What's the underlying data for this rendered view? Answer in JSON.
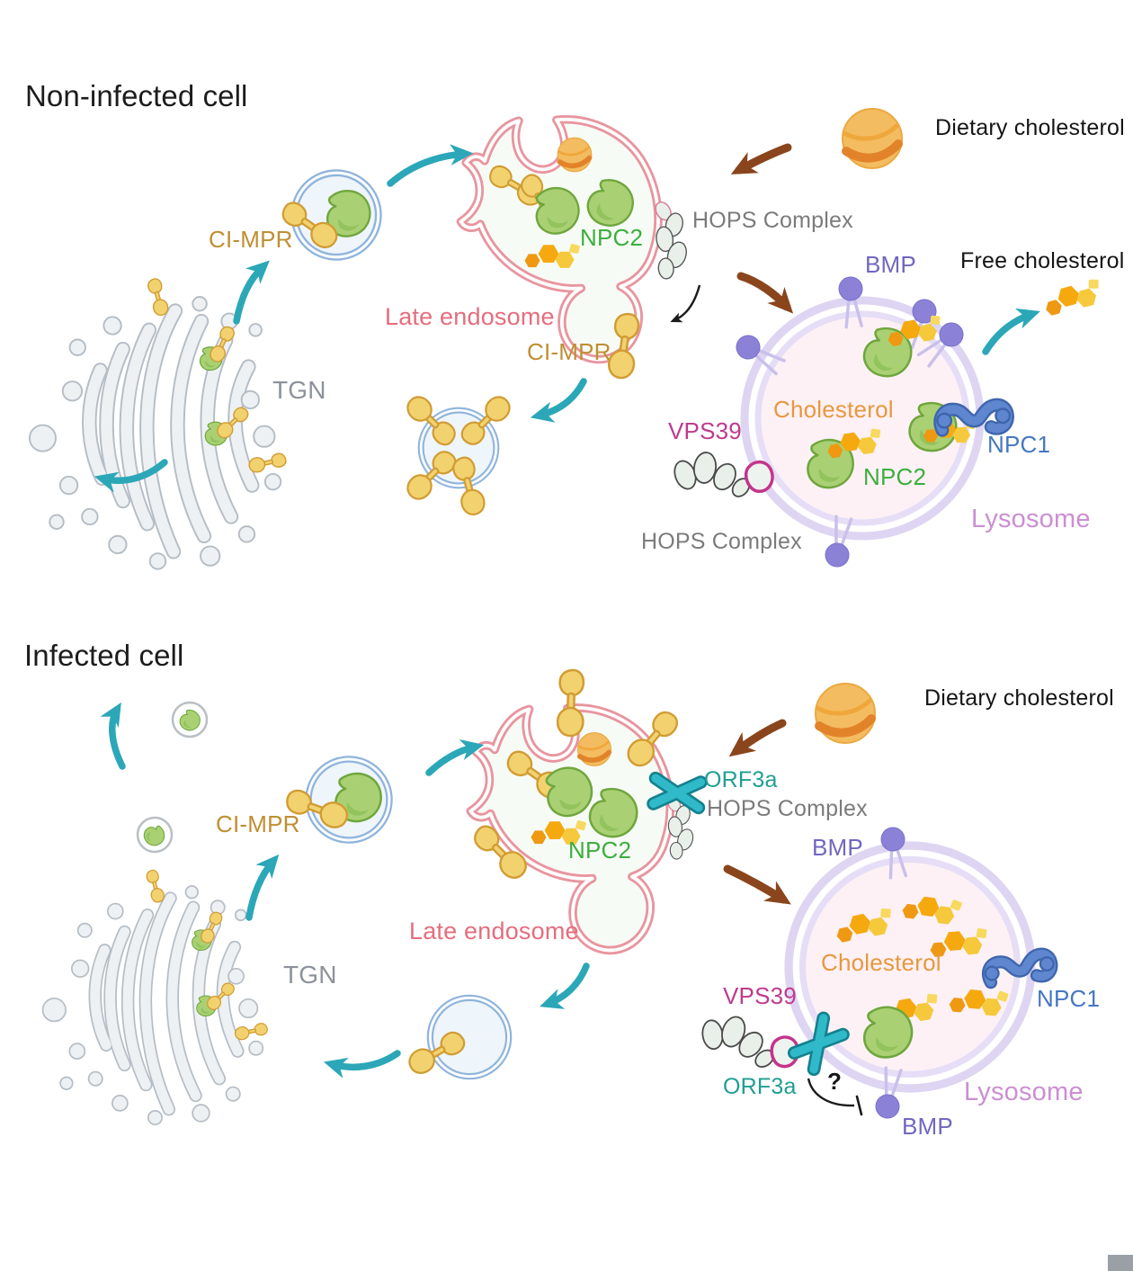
{
  "non_infected": {
    "title": "Non-infected cell",
    "labels": {
      "ci_mpr_vesicle": "CI-MPR",
      "late_endosome": "Late endosome",
      "npc2_endosome": "NPC2",
      "ci_mpr_endosome": "CI-MPR",
      "hops_endosome": "HOPS Complex",
      "tgn": "TGN",
      "dietary_cholesterol": "Dietary cholesterol",
      "bmp": "BMP",
      "free_cholesterol": "Free cholesterol",
      "cholesterol": "Cholesterol",
      "npc1": "NPC1",
      "npc2_lysosome": "NPC2",
      "vps39": "VPS39",
      "hops_lysosome": "HOPS Complex",
      "lysosome": "Lysosome"
    }
  },
  "infected": {
    "title": "Infected cell",
    "labels": {
      "ci_mpr_vesicle": "CI-MPR",
      "tgn": "TGN",
      "late_endosome": "Late endosome",
      "npc2_endosome": "NPC2",
      "orf3a_endosome": "ORF3a",
      "hops_endosome": "HOPS Complex",
      "dietary_cholesterol": "Dietary cholesterol",
      "bmp_top": "BMP",
      "cholesterol": "Cholesterol",
      "npc1": "NPC1",
      "vps39": "VPS39",
      "orf3a_lysosome": "ORF3a",
      "inhibition_question": "?",
      "bmp_bottom": "BMP",
      "lysosome": "Lysosome"
    }
  },
  "icons": {
    "npc2": "green NPC2 protein",
    "cimpr": "gold CI-MPR receptor",
    "cholesterol_molecule": "yellow-orange cholesterol molecule",
    "bmp": "purple BMP lipid marker",
    "npc1": "blue NPC1 membrane protein",
    "orf3a": "teal SARS-CoV-2 ORF3a protein",
    "hops": "HOPS tethering complex",
    "dietary_sphere": "orange lipoprotein sphere",
    "golgi": "trans-Golgi network",
    "late_endosome": "late endosome",
    "lysosome": "lysosome",
    "vesicle": "transport vesicle"
  },
  "colors": {
    "label_gold": "#bf8f33",
    "label_pink": "#e56d7e",
    "label_green": "#3cae3e",
    "label_gray": "#7b7b7b",
    "label_purple": "#7067c0",
    "label_orange": "#e8973e",
    "label_blue": "#4577c2",
    "label_orchid": "#cb8fd2",
    "label_magenta": "#bf3a8e",
    "label_teal": "#1f9e93",
    "arrow_teal": "#2ba7b8",
    "arrow_brown": "#8a451d",
    "endosome_membrane": "#e8959f",
    "lysosome_membrane": "#ded5f2",
    "vesicle_membrane": "#8fb4dc",
    "npc2_fill": "#a9d173",
    "cimpr_fill": "#f2d26f",
    "bmp_fill": "#8b82d8",
    "npc1_fill": "#5f87d0",
    "orf3a_fill": "#2fb9c9",
    "corner_gray": "#9aa0a6"
  }
}
